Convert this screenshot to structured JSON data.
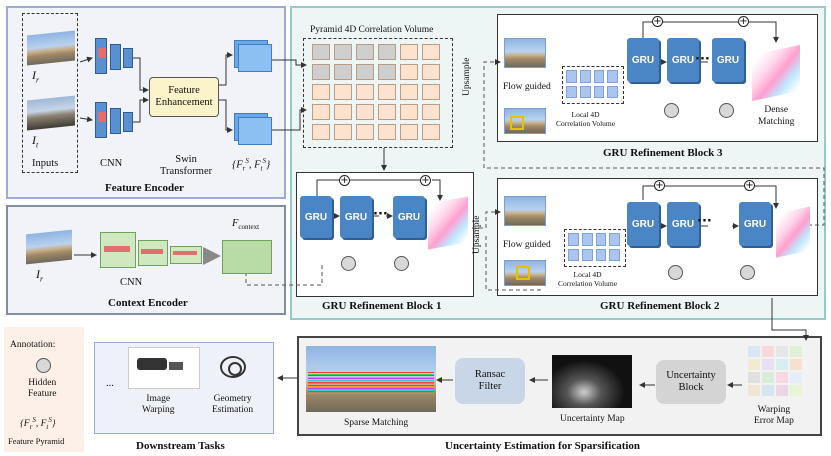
{
  "feature_encoder": {
    "title": "Feature Encoder",
    "input_r": "I",
    "input_r_sub": "r",
    "input_t": "I",
    "input_t_sub": "t",
    "inputs_label": "Inputs",
    "cnn_label": "CNN",
    "feature_enhancement": "Feature Enhancement",
    "swin_line1": "Swin",
    "swin_line2": "Transformer",
    "pyramid_label": "{F",
    "pyramid_full": "{F_r^S, F_t^S}"
  },
  "context_encoder": {
    "title": "Context Encoder",
    "input": "I",
    "input_sub": "r",
    "cnn_label": "CNN",
    "context_label": "F",
    "context_sub": "context"
  },
  "correlation": {
    "title": "Pyramid 4D Correlation Volume"
  },
  "blocks": {
    "b1_title": "GRU Refinement Block 1",
    "b2_title": "GRU Refinement Block 2",
    "b3_title": "GRU Refinement Block 3",
    "gru": "GRU",
    "ellipsis": "···",
    "upsample": "Upsample",
    "flow_guided": "Flow guided",
    "local_corr_line1": "Local 4D",
    "local_corr_line2": "Correlation Volume",
    "dense_line1": "Dense",
    "dense_line2": "Matching"
  },
  "uncertainty": {
    "title": "Uncertainty Estimation for Sparsification",
    "warping_error_line1": "Warping",
    "warping_error_line2": "Error Map",
    "uncertainty_block_line1": "Uncertainty",
    "uncertainty_block_line2": "Block",
    "uncertainty_map": "Uncertainty Map",
    "ransac_line1": "Ransac",
    "ransac_line2": "Filter",
    "sparse_matching": "Sparse Matching"
  },
  "downstream": {
    "title": "Downstream Tasks",
    "ellipsis": "...",
    "image_warping_line1": "Image",
    "image_warping_line2": "Warping",
    "geometry_line1": "Geometry",
    "geometry_line2": "Estimation"
  },
  "annotation": {
    "title": "Annotation:",
    "hidden_line1": "Hidden",
    "hidden_line2": "Feature",
    "pyramid_symbol": "{F_r^S, F_t^S}",
    "pyramid_label": "Feature Pyramid"
  },
  "colors": {
    "gru_blue": "#4a86c5",
    "feature_enhancement_fill": "#fbf3c9",
    "context_green": "#cfe8bf",
    "correlation_cell": "#fbe3cf"
  }
}
